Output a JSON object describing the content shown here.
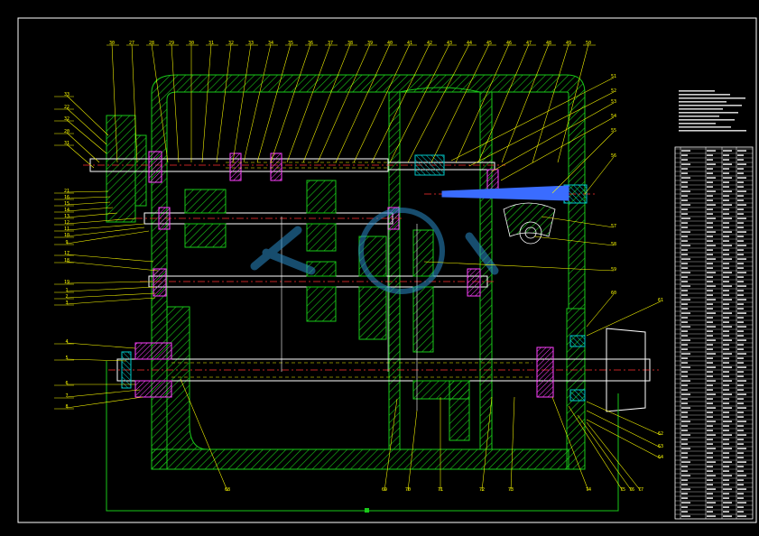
{
  "drawing": {
    "background": "#000000",
    "border_color": "#ffffff",
    "housing_color": "#19c819",
    "shaft_color": "#ffffff",
    "leader_color": "#ffff00",
    "centerline_color": "#ff3030",
    "gear_color": "#19c819",
    "bearing_color": "#ff40ff",
    "cyan_color": "#00c8c8",
    "blue_color": "#3a6cff",
    "watermark_color": "#2a8cc8"
  },
  "top_callouts": [
    "30",
    "27",
    "28",
    "29",
    "30",
    "31",
    "32",
    "33",
    "34",
    "35",
    "36",
    "37",
    "38",
    "39",
    "40",
    "41",
    "42",
    "43",
    "44",
    "45",
    "46",
    "47",
    "48",
    "49",
    "50"
  ],
  "left_callouts": [
    "33",
    "22",
    "32",
    "20",
    "31",
    "21",
    "16",
    "15",
    "14",
    "13",
    "12",
    "11",
    "10",
    "9",
    "17",
    "18",
    "19",
    "1",
    "2",
    "3",
    "4",
    "5",
    "6",
    "7",
    "8"
  ],
  "right_callouts": [
    "51",
    "52",
    "53",
    "54",
    "55",
    "56",
    "57",
    "58",
    "59",
    "60",
    "61",
    "62",
    "63",
    "64",
    "65",
    "66",
    "67"
  ],
  "bottom_callouts": [
    "68",
    "69",
    "70",
    "71",
    "72",
    "73",
    "74",
    "75",
    "76",
    "77"
  ],
  "icons": {
    "watermark": "logo-watermark-icon",
    "origin": "origin-marker-icon"
  }
}
